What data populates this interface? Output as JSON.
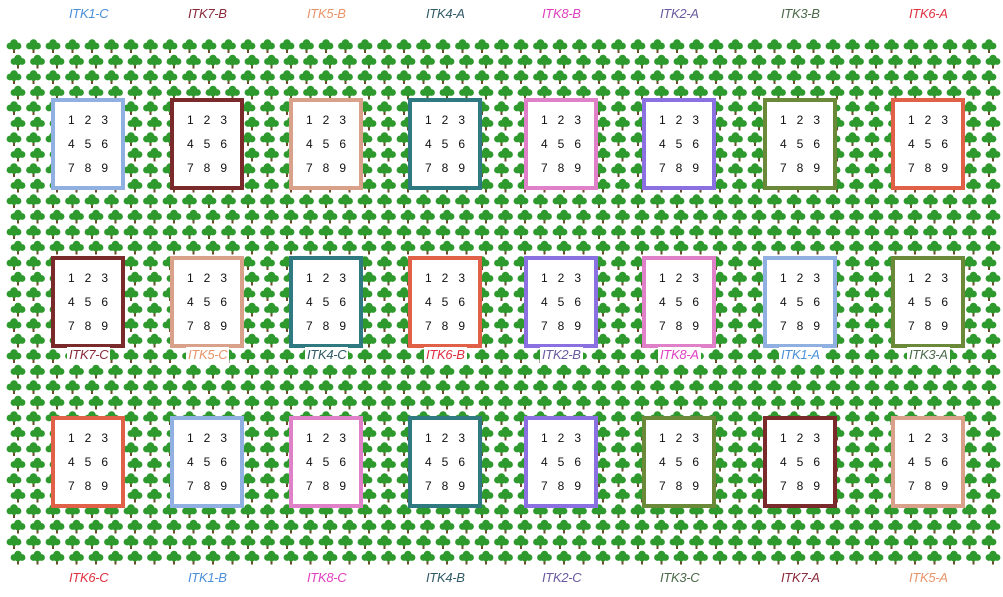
{
  "cell_numbers": [
    "1",
    "2",
    "3",
    "4",
    "5",
    "6",
    "7",
    "8",
    "9"
  ],
  "rows": [
    {
      "label_position": "above",
      "plots": [
        {
          "label": "ITK1-C",
          "color": "#8fb0e0",
          "label_color": "#4a90d9"
        },
        {
          "label": "ITK7-B",
          "color": "#7a2a2a",
          "label_color": "#8b2a3a"
        },
        {
          "label": "ITK5-B",
          "color": "#d9a08a",
          "label_color": "#e8946a"
        },
        {
          "label": "ITK4-A",
          "color": "#2f7a80",
          "label_color": "#2f5a66"
        },
        {
          "label": "ITK8-B",
          "color": "#e080c8",
          "label_color": "#e040c0"
        },
        {
          "label": "ITK2-A",
          "color": "#8a70e0",
          "label_color": "#6a5aa0"
        },
        {
          "label": "ITK3-B",
          "color": "#6a8a3a",
          "label_color": "#4a6a4a"
        },
        {
          "label": "ITK6-A",
          "color": "#e06048",
          "label_color": "#e03040"
        }
      ]
    },
    {
      "label_position": "below",
      "plots": [
        {
          "label": "ITK7-C",
          "color": "#7a2a2a",
          "label_color": "#8b2a3a"
        },
        {
          "label": "ITK5-C",
          "color": "#d9a08a",
          "label_color": "#e8946a"
        },
        {
          "label": "ITK4-C",
          "color": "#2f7a80",
          "label_color": "#2f5a66"
        },
        {
          "label": "ITK6-B",
          "color": "#e06048",
          "label_color": "#e03040"
        },
        {
          "label": "ITK2-B",
          "color": "#8a70e0",
          "label_color": "#6a5aa0"
        },
        {
          "label": "ITK8-A",
          "color": "#e080c8",
          "label_color": "#e040c0"
        },
        {
          "label": "ITK1-A",
          "color": "#8fb0e0",
          "label_color": "#4a90d9"
        },
        {
          "label": "ITK3-A",
          "color": "#6a8a3a",
          "label_color": "#4a6a4a"
        }
      ]
    },
    {
      "label_position": "below",
      "plots": [
        {
          "label": "ITK6-C",
          "color": "#e06048",
          "label_color": "#e03040"
        },
        {
          "label": "ITK1-B",
          "color": "#8fb0e0",
          "label_color": "#4a90d9"
        },
        {
          "label": "ITK8-C",
          "color": "#e080c8",
          "label_color": "#e040c0"
        },
        {
          "label": "ITK4-B",
          "color": "#2f7a80",
          "label_color": "#2f5a66"
        },
        {
          "label": "ITK2-C",
          "color": "#8a70e0",
          "label_color": "#6a5aa0"
        },
        {
          "label": "ITK3-C",
          "color": "#6a8a3a",
          "label_color": "#4a6a4a"
        },
        {
          "label": "ITK7-A",
          "color": "#7a2a2a",
          "label_color": "#8b2a3a"
        },
        {
          "label": "ITK5-A",
          "color": "#d9a08a",
          "label_color": "#e8946a"
        }
      ]
    }
  ],
  "colors": {
    "tree_canopy": "#2e9a2e",
    "tree_trunk": "#6b4a2a",
    "background": "#ffffff"
  }
}
